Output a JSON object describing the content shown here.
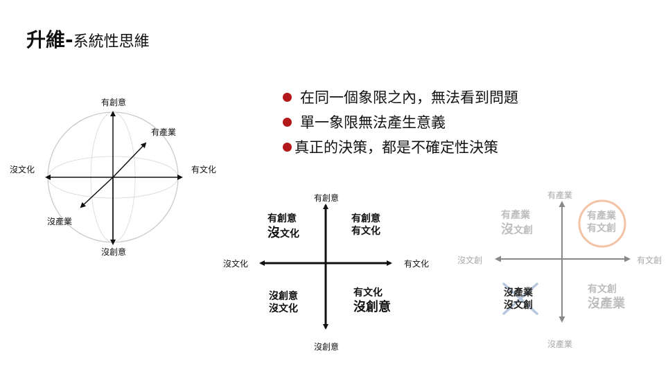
{
  "title": {
    "main": "升維",
    "dash": "-",
    "sub": "系統性思維"
  },
  "bullets": [
    "在同一個象限之內，無法看到問題",
    "單一象限無法產生意義",
    "真正的決策，都是不確定性決策"
  ],
  "sphere": {
    "top": "有創意",
    "bottom": "沒創意",
    "left": "沒文化",
    "right": "有文化",
    "diag_upper": "有產業",
    "diag_lower": "沒產業"
  },
  "center": {
    "top": "有創意",
    "bottom": "沒創意",
    "left": "沒文化",
    "right": "有文化",
    "q_tl": {
      "big": "沒",
      "line1": "有創意",
      "line2_rest": "文化"
    },
    "q_tr": {
      "line1": "有創意",
      "line2": "有文化"
    },
    "q_bl": {
      "line1": "沒創意",
      "line2": "沒文化"
    },
    "q_br": {
      "line1": "有文化",
      "big": "沒創意"
    }
  },
  "right": {
    "top": "有產業",
    "bottom": "沒產業",
    "left": "沒文創",
    "right": "有文創",
    "q_tl": {
      "line1": "有產業",
      "big": "沒",
      "line2_rest": "文創"
    },
    "q_tr": {
      "line1": "有產業",
      "line2": "有文創"
    },
    "q_bl": {
      "line1": "沒產業",
      "line2": "沒文創"
    },
    "q_br": {
      "line1": "有文創",
      "big": "沒產業"
    }
  },
  "colors": {
    "bullet": "#b3181b",
    "circle_highlight": "#f3c3a5",
    "cross": "#b6c7de",
    "grey_text": "#bdbdbd"
  }
}
